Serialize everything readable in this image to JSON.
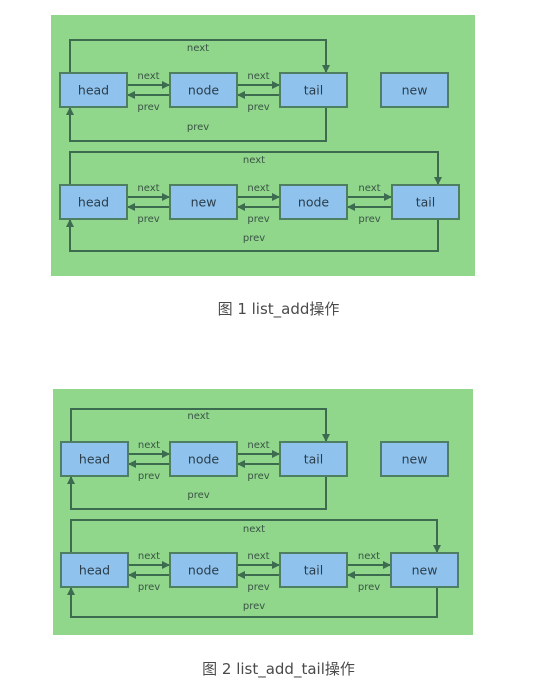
{
  "figures": [
    {
      "caption": "图 1 list_add操作",
      "colors": {
        "background": "#90d68b",
        "node_fill": "#8fc3ee",
        "stroke": "#3d6b4f"
      },
      "rows": [
        {
          "nodes": [
            "head",
            "node",
            "tail"
          ],
          "link_labels": {
            "next": "next",
            "prev": "prev"
          },
          "extra_node": "new"
        },
        {
          "nodes": [
            "head",
            "new",
            "node",
            "tail"
          ],
          "link_labels": {
            "next": "next",
            "prev": "prev"
          }
        }
      ]
    },
    {
      "caption": "图 2 list_add_tail操作",
      "colors": {
        "background": "#90d68b",
        "node_fill": "#8fc3ee",
        "stroke": "#3d6b4f"
      },
      "rows": [
        {
          "nodes": [
            "head",
            "node",
            "tail"
          ],
          "link_labels": {
            "next": "next",
            "prev": "prev"
          },
          "extra_node": "new"
        },
        {
          "nodes": [
            "head",
            "node",
            "tail",
            "new"
          ],
          "link_labels": {
            "next": "next",
            "prev": "prev"
          }
        }
      ]
    }
  ]
}
